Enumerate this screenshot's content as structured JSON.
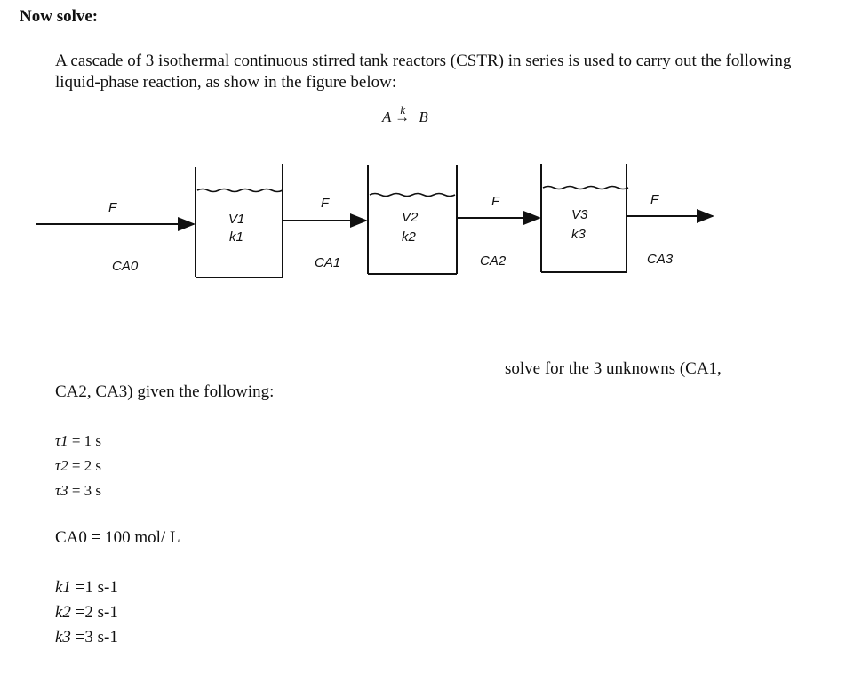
{
  "heading": "Now solve:",
  "problem_text": "A cascade of 3 isothermal continuous stirred tank reactors (CSTR) in series is used to carry out the following liquid-phase reaction, as show in the figure below:",
  "reaction": {
    "reactant": "A",
    "rate_symbol": "k",
    "arrow": "→",
    "product": "B"
  },
  "diagram": {
    "flow_label": "F",
    "concentrations": [
      "CA0",
      "CA1",
      "CA2",
      "CA3"
    ],
    "reactors": [
      {
        "volume": "V1",
        "rate": "k1"
      },
      {
        "volume": "V2",
        "rate": "k2"
      },
      {
        "volume": "V3",
        "rate": "k3"
      }
    ]
  },
  "solve_prompt": "solve for the 3 unknowns (CA1,",
  "solve_prompt_cont": "CA2, CA3) given the following:",
  "residence_times": [
    {
      "symbol": "τ1",
      "value": "= 1 s"
    },
    {
      "symbol": "τ2",
      "value": "= 2 s"
    },
    {
      "symbol": "τ3",
      "value": "= 3 s"
    }
  ],
  "feed_concentration": {
    "symbol": "CA0",
    "value": "= 100 mol/ L"
  },
  "rate_constants": [
    {
      "symbol": "k1",
      "value": "=1 s-1"
    },
    {
      "symbol": "k2",
      "value": "=2 s-1"
    },
    {
      "symbol": "k3",
      "value": "=3 s-1"
    }
  ]
}
